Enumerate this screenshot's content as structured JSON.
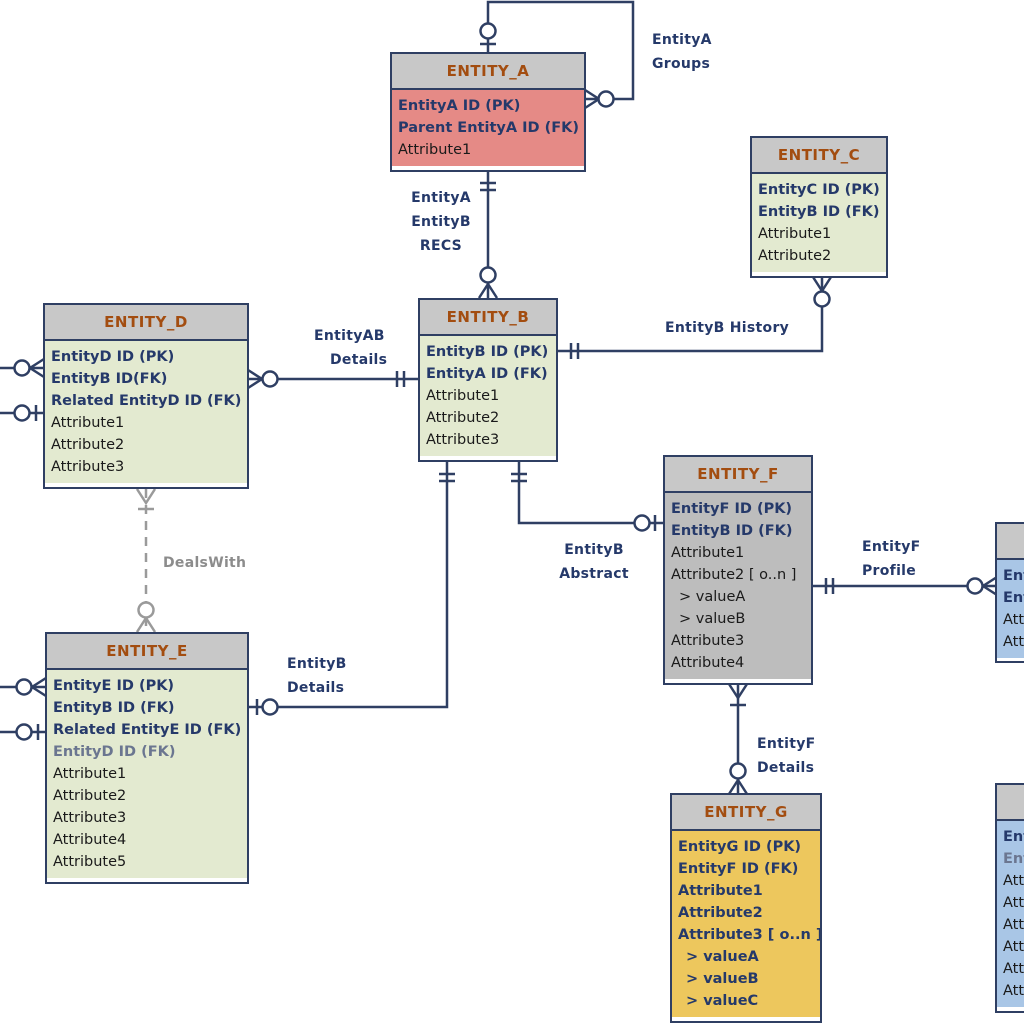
{
  "entities": {
    "a": {
      "name": "ENTITY_A",
      "attrs": [
        "EntityA ID (PK)",
        "Parent EntityA ID (FK)",
        "Attribute1"
      ]
    },
    "b": {
      "name": "ENTITY_B",
      "attrs": [
        "EntityB ID (PK)",
        "EntityA ID (FK)",
        "Attribute1",
        "Attribute2",
        "Attribute3"
      ]
    },
    "c": {
      "name": "ENTITY_C",
      "attrs": [
        "EntityC ID (PK)",
        "EntityB ID (FK)",
        "Attribute1",
        "Attribute2"
      ]
    },
    "d": {
      "name": "ENTITY_D",
      "attrs": [
        "EntityD ID (PK)",
        "EntityB ID(FK)",
        "Related EntityD ID (FK)",
        "Attribute1",
        "Attribute2",
        "Attribute3"
      ]
    },
    "e": {
      "name": "ENTITY_E",
      "attrs": [
        "EntityE ID (PK)",
        "EntityB ID (FK)",
        "Related EntityE ID (FK)",
        "EntityD ID (FK)",
        "Attribute1",
        "Attribute2",
        "Attribute3",
        "Attribute4",
        "Attribute5"
      ]
    },
    "f": {
      "name": "ENTITY_F",
      "attrs": [
        "EntityF ID (PK)",
        "EntityB ID (FK)",
        "Attribute1",
        "Attribute2 [ o..n ]",
        "> valueA",
        "> valueB",
        "Attribute3",
        "Attribute4"
      ]
    },
    "g": {
      "name": "ENTITY_G",
      "attrs": [
        "EntityG ID (PK)",
        "EntityF ID (FK)",
        "Attribute1",
        "Attribute2",
        "Attribute3 [ o..n ]",
        "> valueA",
        "> valueB",
        "> valueC"
      ]
    },
    "h": {
      "attrs": [
        "Ent",
        "Ent",
        "Att",
        "Att"
      ]
    },
    "i": {
      "attrs": [
        "Ent",
        "Ent",
        "Att",
        "Att",
        "Att",
        "Att",
        "Att",
        "Att"
      ]
    }
  },
  "relations": {
    "a_groups": {
      "line1": "EntityA",
      "line2": "Groups"
    },
    "ab_recs": {
      "line1": "EntityA",
      "line2": "EntityB",
      "line3": "RECS"
    },
    "b_history": {
      "line1": "EntityB History"
    },
    "ab_details": {
      "line1": "EntityAB",
      "line2": "Details"
    },
    "deals_with": {
      "line1": "DealsWith"
    },
    "b_details": {
      "line1": "EntityB",
      "line2": "Details"
    },
    "b_abstract": {
      "line1": "EntityB",
      "line2": "Abstract"
    },
    "f_profile": {
      "line1": "EntityF",
      "line2": "Profile"
    },
    "f_details": {
      "line1": "EntityF",
      "line2": "Details"
    }
  },
  "colors": {
    "line": "#2f3f63",
    "dashed": "#9a9a9a",
    "header": "#c8c8c8",
    "title_text": "#a34d10",
    "green": "#e3ead0",
    "red": "#e58a86",
    "gray": "#bdbdbd",
    "gold": "#edc75d",
    "blue": "#a9c6e6"
  }
}
